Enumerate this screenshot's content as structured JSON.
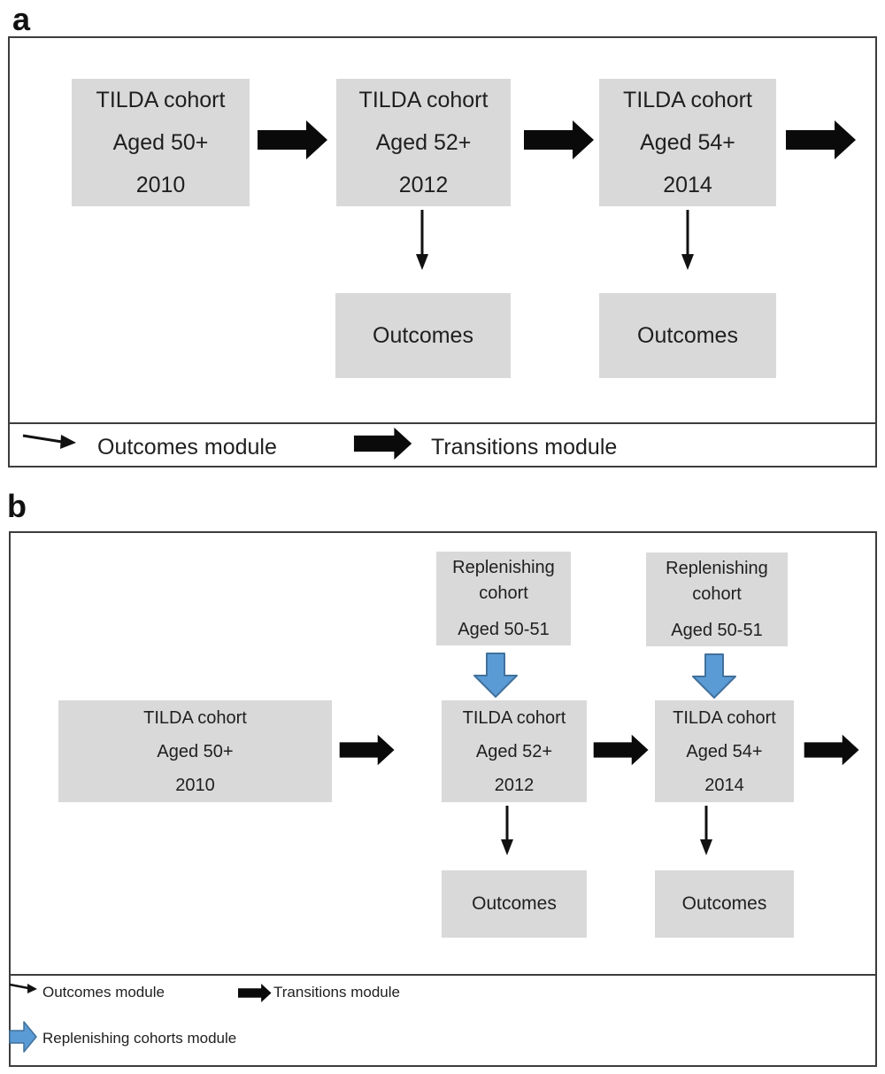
{
  "figure": {
    "panel_a": {
      "label": "a",
      "cohort_2010": {
        "l1": "TILDA cohort",
        "l2": "Aged 50+",
        "l3": "2010"
      },
      "cohort_2012": {
        "l1": "TILDA cohort",
        "l2": "Aged 52+",
        "l3": "2012"
      },
      "cohort_2014": {
        "l1": "TILDA cohort",
        "l2": "Aged 54+",
        "l3": "2014"
      },
      "outcomes_left": "Outcomes",
      "outcomes_right": "Outcomes",
      "legend": {
        "outcomes_label": "Outcomes module",
        "transitions_label": "Transitions module"
      }
    },
    "panel_b": {
      "label": "b",
      "replenishing_left": {
        "l1": "Replenishing",
        "l2": "cohort",
        "l3": "Aged 50-51"
      },
      "replenishing_right": {
        "l1": "Replenishing",
        "l2": "cohort",
        "l3": "Aged 50-51"
      },
      "cohort_2010": {
        "l1": "TILDA cohort",
        "l2": "Aged 50+",
        "l3": "2010"
      },
      "cohort_2012": {
        "l1": "TILDA cohort",
        "l2": "Aged 52+",
        "l3": "2012"
      },
      "cohort_2014": {
        "l1": "TILDA cohort",
        "l2": "Aged 54+",
        "l3": "2014"
      },
      "outcomes_left": "Outcomes",
      "outcomes_right": "Outcomes",
      "legend": {
        "outcomes_label": "Outcomes module",
        "transitions_label": "Transitions module",
        "replenishing_label": "Replenishing cohorts module"
      }
    },
    "colors": {
      "box_fill": "#d9d9d9",
      "arrow_black": "#0a0a0a",
      "replenishing_fill": "#5b9bd5",
      "replenishing_stroke": "#41719c",
      "frame_border": "#3d3d3d",
      "text": "#1f1f1f"
    }
  }
}
